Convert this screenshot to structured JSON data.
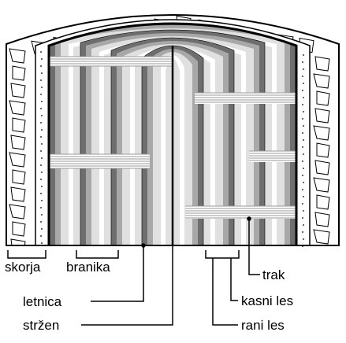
{
  "diagram": {
    "labels": {
      "bark": "skorja",
      "cambium": "branika",
      "growth_ring": "letnica",
      "pith": "stržen",
      "ray": "trak",
      "latewood": "kasni les",
      "earlywood": "rani les"
    },
    "colors": {
      "line": "#000000",
      "background": "#ffffff",
      "ring_dark": "#6e6e6e",
      "ring_mid": "#a8a8a8",
      "ring_light": "#e0e0e0",
      "ray_fill": "#ffffff",
      "ray_line": "#9a9a9a"
    }
  }
}
